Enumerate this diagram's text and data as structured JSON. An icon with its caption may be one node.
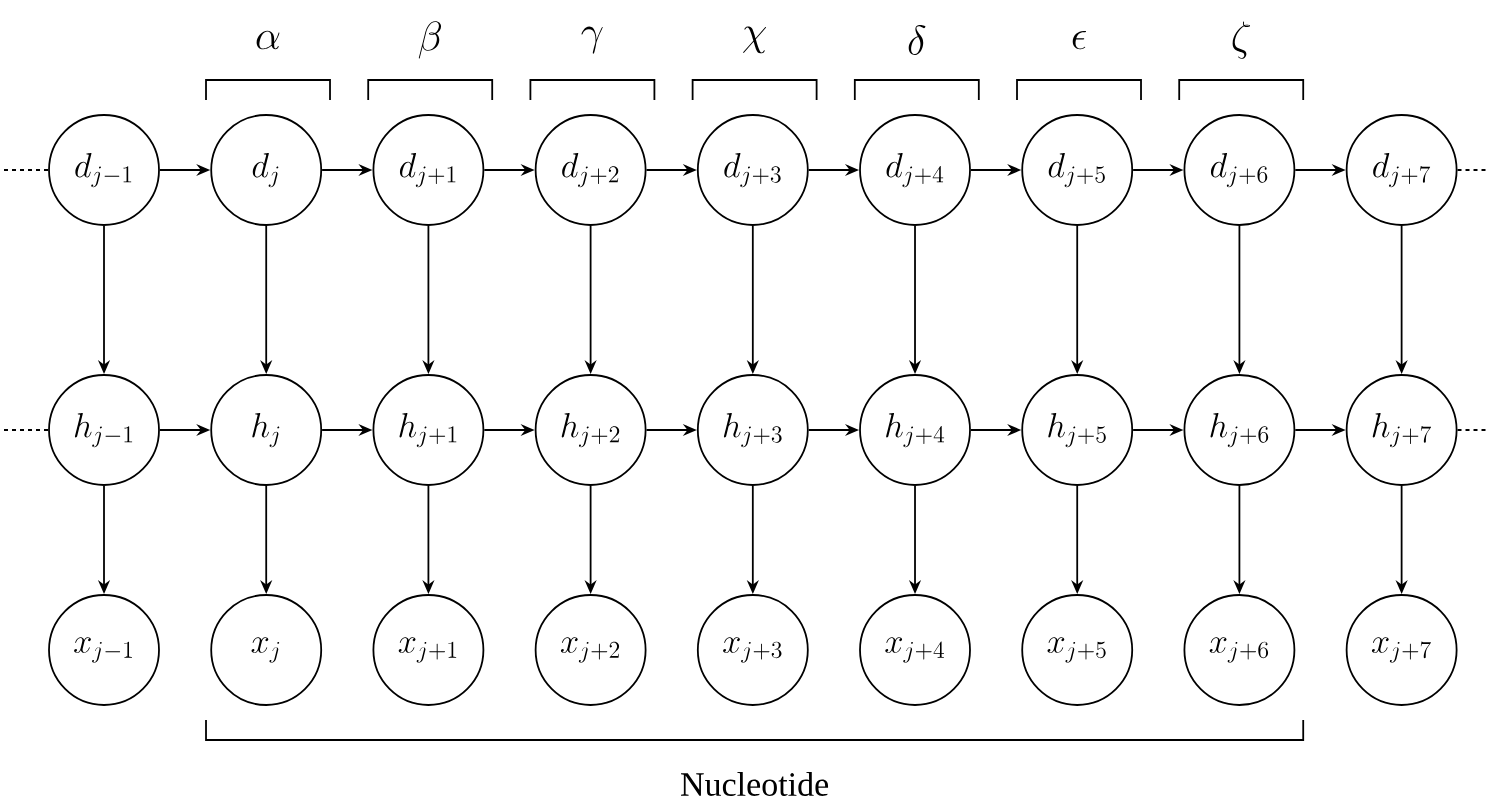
{
  "diagram": {
    "nodes": [
      {
        "text": [
          "d_{j-1}"
        ]
      },
      {
        "text": [
          "d_j"
        ]
      },
      {
        "text": [
          "d_{j+1}"
        ]
      },
      {
        "text": [
          "d_{j+2}"
        ]
      },
      {
        "text": [
          "d_{j+3}"
        ]
      },
      {
        "text": [
          "d_{j+4}"
        ]
      },
      {
        "text": [
          "d_{j+5}"
        ]
      },
      {
        "text": [
          "d_{j+6}"
        ]
      },
      {
        "text": [
          "d_{j+7}"
        ]
      },
      {
        "text": [
          "h_{j-1}"
        ]
      },
      {
        "text": [
          "h_j"
        ]
      },
      {
        "text": [
          "h_{j+1}"
        ]
      },
      {
        "text": [
          "h_{j+2}"
        ]
      },
      {
        "text": [
          "h_{j+3}"
        ]
      },
      {
        "text": [
          "h_{j+4}"
        ]
      },
      {
        "text": [
          "h_{j+5}"
        ]
      },
      {
        "text": [
          "h_{j+6}"
        ]
      },
      {
        "text": [
          "h_{j+7}"
        ]
      },
      {
        "text": [
          "x_{j-1}"
        ]
      },
      {
        "text": [
          "x_j"
        ]
      },
      {
        "text": [
          "x_{j+1}"
        ]
      },
      {
        "text": [
          "x_{j+2}"
        ]
      },
      {
        "text": [
          "x_{j+3}"
        ]
      },
      {
        "text": [
          "x_{j+4}"
        ]
      },
      {
        "text": [
          "x_{j+5}"
        ]
      },
      {
        "text": [
          "x_{j+6}"
        ]
      },
      {
        "text": [
          "x_{j+7}"
        ]
      }
    ],
    "edges": [
      {
        "from": null,
        "to": 0,
        "arrow": "none",
        "style": "dashed"
      },
      {
        "from": 0,
        "to": 1,
        "arrow": "to"
      },
      {
        "from": 1,
        "to": 2,
        "arrow": "to"
      },
      {
        "from": 2,
        "to": 3,
        "arrow": "to"
      },
      {
        "from": 3,
        "to": 4,
        "arrow": "to"
      },
      {
        "from": 4,
        "to": 5,
        "arrow": "to"
      },
      {
        "from": 5,
        "to": 6,
        "arrow": "to"
      },
      {
        "from": 6,
        "to": 7,
        "arrow": "to"
      },
      {
        "from": 7,
        "to": 8,
        "arrow": "to"
      },
      {
        "from": 8,
        "to": null,
        "arrow": "none",
        "style": "dashed"
      },
      {
        "from": 0,
        "to": 9,
        "arrow": "to"
      },
      {
        "from": 1,
        "to": 10,
        "arrow": "to"
      },
      {
        "from": 2,
        "to": 11,
        "arrow": "to"
      },
      {
        "from": 3,
        "to": 12,
        "arrow": "to"
      },
      {
        "from": 4,
        "to": 13,
        "arrow": "to"
      },
      {
        "from": 5,
        "to": 14,
        "arrow": "to"
      },
      {
        "from": 6,
        "to": 15,
        "arrow": "to"
      },
      {
        "from": 7,
        "to": 16,
        "arrow": "to"
      },
      {
        "from": 8,
        "to": 17,
        "arrow": "to"
      },
      {
        "from": null,
        "to": 9,
        "arrow": "none",
        "style": "dashed"
      },
      {
        "from": 9,
        "to": 10,
        "arrow": "to"
      },
      {
        "from": 10,
        "to": 11,
        "arrow": "to"
      },
      {
        "from": 11,
        "to": 12,
        "arrow": "to"
      },
      {
        "from": 12,
        "to": 13,
        "arrow": "to"
      },
      {
        "from": 13,
        "to": 14,
        "arrow": "to"
      },
      {
        "from": 14,
        "to": 15,
        "arrow": "to"
      },
      {
        "from": 15,
        "to": 16,
        "arrow": "to"
      },
      {
        "from": 16,
        "to": 17,
        "arrow": "to"
      },
      {
        "from": 17,
        "to": null,
        "arrow": "none",
        "style": "dashed"
      },
      {
        "from": 9,
        "to": 18,
        "arrow": "to"
      },
      {
        "from": 10,
        "to": 19,
        "arrow": "to"
      },
      {
        "from": 11,
        "to": 20,
        "arrow": "to"
      },
      {
        "from": 12,
        "to": 21,
        "arrow": "to"
      },
      {
        "from": 13,
        "to": 22,
        "arrow": "to"
      },
      {
        "from": 14,
        "to": 23,
        "arrow": "to"
      },
      {
        "from": 15,
        "to": 24,
        "arrow": "to"
      },
      {
        "from": 16,
        "to": 25,
        "arrow": "to"
      },
      {
        "from": 17,
        "to": 26,
        "arrow": "to"
      }
    ],
    "labels": [
      "\\alpha",
      "\\beta",
      "\\gamma",
      "\\chi",
      "\\delta",
      "\\epsilon",
      "\\zeta",
      "Nucleotide"
    ]
  }
}
